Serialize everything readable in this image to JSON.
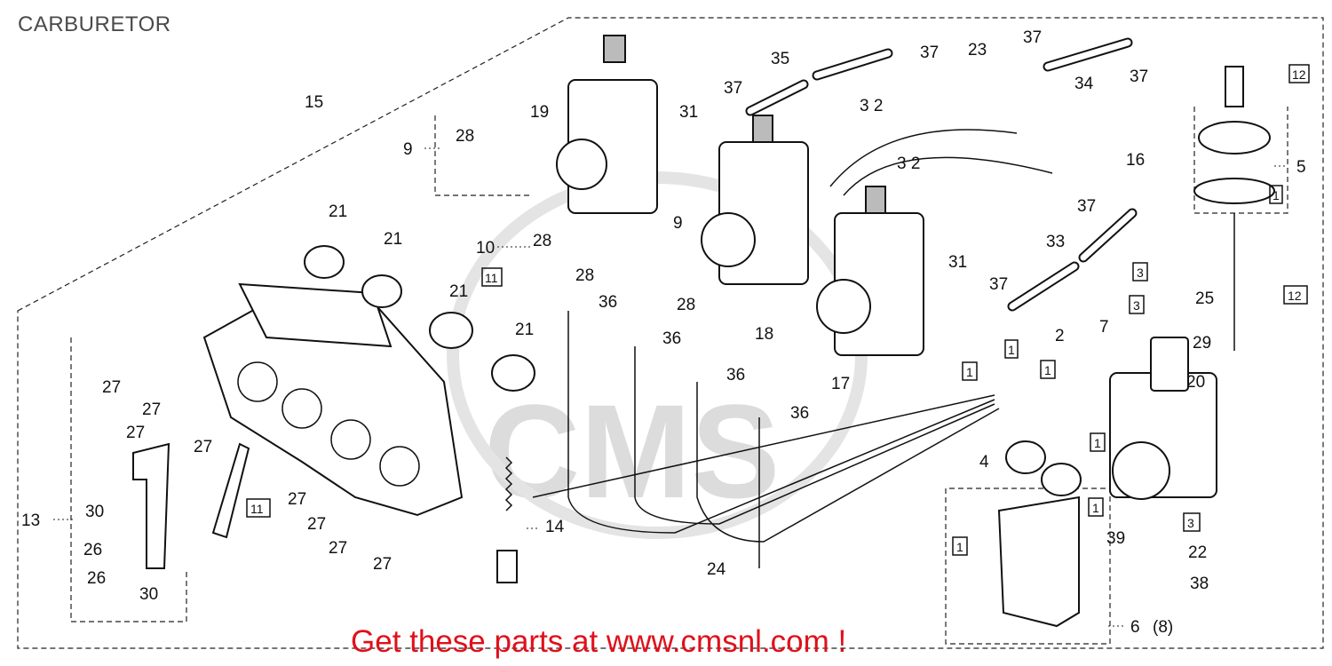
{
  "title": "CARBURETOR",
  "footer": "Get these parts at www.cmsnl.com !",
  "watermark": "CMS",
  "colors": {
    "footer_text": "#e0101a",
    "title_text": "#4a4a4a",
    "watermark": "#dcdcdc"
  },
  "callouts": [
    {
      "id": "c15",
      "text": "15"
    },
    {
      "id": "c19",
      "text": "19"
    },
    {
      "id": "c31a",
      "text": "31"
    },
    {
      "id": "c35",
      "text": "35"
    },
    {
      "id": "c37a",
      "text": "37"
    },
    {
      "id": "c23",
      "text": "23"
    },
    {
      "id": "c37b",
      "text": "37"
    },
    {
      "id": "c34",
      "text": "34"
    },
    {
      "id": "c37c",
      "text": "37"
    },
    {
      "id": "c37d",
      "text": "37"
    },
    {
      "id": "c32a",
      "text": "3 2"
    },
    {
      "id": "c32b",
      "text": "3 2"
    },
    {
      "id": "c9a",
      "text": "9"
    },
    {
      "id": "c28a",
      "text": "28"
    },
    {
      "id": "c16",
      "text": "16"
    },
    {
      "id": "c5",
      "text": "5"
    },
    {
      "id": "c21a",
      "text": "21"
    },
    {
      "id": "c21b",
      "text": "21"
    },
    {
      "id": "c9b",
      "text": "9"
    },
    {
      "id": "c10",
      "text": "10"
    },
    {
      "id": "c28b",
      "text": "28"
    },
    {
      "id": "c37e",
      "text": "37"
    },
    {
      "id": "c33",
      "text": "33"
    },
    {
      "id": "c28c",
      "text": "28"
    },
    {
      "id": "c21c",
      "text": "21"
    },
    {
      "id": "c36a",
      "text": "36"
    },
    {
      "id": "c28d",
      "text": "28"
    },
    {
      "id": "c31b",
      "text": "31"
    },
    {
      "id": "c37f",
      "text": "37"
    },
    {
      "id": "c25",
      "text": "25"
    },
    {
      "id": "c21d",
      "text": "21"
    },
    {
      "id": "c36b",
      "text": "36"
    },
    {
      "id": "c18",
      "text": "18"
    },
    {
      "id": "c2",
      "text": "2"
    },
    {
      "id": "c7",
      "text": "7"
    },
    {
      "id": "c29",
      "text": "29"
    },
    {
      "id": "c36c",
      "text": "36"
    },
    {
      "id": "c17",
      "text": "17"
    },
    {
      "id": "c20",
      "text": "20"
    },
    {
      "id": "c27a",
      "text": "27"
    },
    {
      "id": "c27b",
      "text": "27"
    },
    {
      "id": "c36d",
      "text": "36"
    },
    {
      "id": "c27c",
      "text": "27"
    },
    {
      "id": "c27d",
      "text": "27"
    },
    {
      "id": "c4",
      "text": "4"
    },
    {
      "id": "c13",
      "text": "13"
    },
    {
      "id": "c30a",
      "text": "30"
    },
    {
      "id": "c27e",
      "text": "27"
    },
    {
      "id": "c27f",
      "text": "27"
    },
    {
      "id": "c14",
      "text": "14"
    },
    {
      "id": "c39",
      "text": "39"
    },
    {
      "id": "c22",
      "text": "22"
    },
    {
      "id": "c26a",
      "text": "26"
    },
    {
      "id": "c27g",
      "text": "27"
    },
    {
      "id": "c24",
      "text": "24"
    },
    {
      "id": "c27h",
      "text": "27"
    },
    {
      "id": "c26b",
      "text": "26"
    },
    {
      "id": "c38",
      "text": "38"
    },
    {
      "id": "c30b",
      "text": "30"
    },
    {
      "id": "c6",
      "text": "6"
    },
    {
      "id": "c8",
      "text": "(8)"
    }
  ],
  "boxed_refs": [
    {
      "id": "b12a",
      "text": "12"
    },
    {
      "id": "b1a",
      "text": "1"
    },
    {
      "id": "b11a",
      "text": "11"
    },
    {
      "id": "b3a",
      "text": "3"
    },
    {
      "id": "b3b",
      "text": "3"
    },
    {
      "id": "b12b",
      "text": "12"
    },
    {
      "id": "b1b",
      "text": "1"
    },
    {
      "id": "b1c",
      "text": "1"
    },
    {
      "id": "b1d",
      "text": "1"
    },
    {
      "id": "b1e",
      "text": "1"
    },
    {
      "id": "b11b",
      "text": "11"
    },
    {
      "id": "b1f",
      "text": "1"
    },
    {
      "id": "b1g",
      "text": "1"
    },
    {
      "id": "b3c",
      "text": "3"
    }
  ]
}
